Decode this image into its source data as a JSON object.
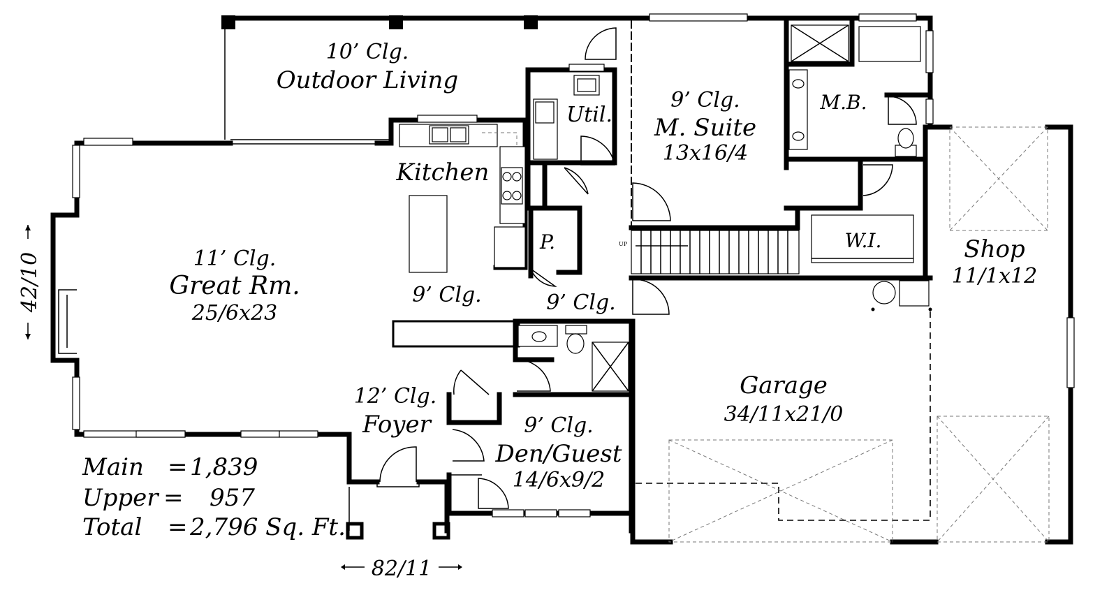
{
  "rooms": {
    "outdoor_living": {
      "ceiling": "10’ Clg.",
      "name": "Outdoor Living"
    },
    "kitchen": {
      "name": "Kitchen",
      "ceiling": "9’ Clg."
    },
    "utility": {
      "name": "Util."
    },
    "pantry": {
      "name": "P."
    },
    "hall": {
      "ceiling": "9’ Clg."
    },
    "master_suite": {
      "ceiling": "9’ Clg.",
      "name": "M. Suite",
      "size": "13x16/4"
    },
    "master_bath": {
      "name": "M.B."
    },
    "walk_in": {
      "name": "W.I."
    },
    "great_room": {
      "ceiling": "11’ Clg.",
      "name": "Great Rm.",
      "size": "25/6x23"
    },
    "foyer": {
      "ceiling": "12’ Clg.",
      "name": "Foyer"
    },
    "den_guest": {
      "ceiling": "9’ Clg.",
      "name": "Den/Guest",
      "size": "14/6x9/2"
    },
    "garage": {
      "name": "Garage",
      "size": "34/11x21/0"
    },
    "shop": {
      "name": "Shop",
      "size": "11/1x12"
    }
  },
  "stair_label": "UP",
  "area_summary": {
    "main": {
      "label": "Main",
      "eq": "=",
      "value": "1,839"
    },
    "upper": {
      "label": "Upper",
      "eq": "=",
      "value": "957"
    },
    "total": {
      "label": "Total",
      "eq": "=",
      "value": "2,796 Sq. Ft."
    }
  },
  "dimensions": {
    "width": "82/11",
    "depth": "42/10"
  }
}
